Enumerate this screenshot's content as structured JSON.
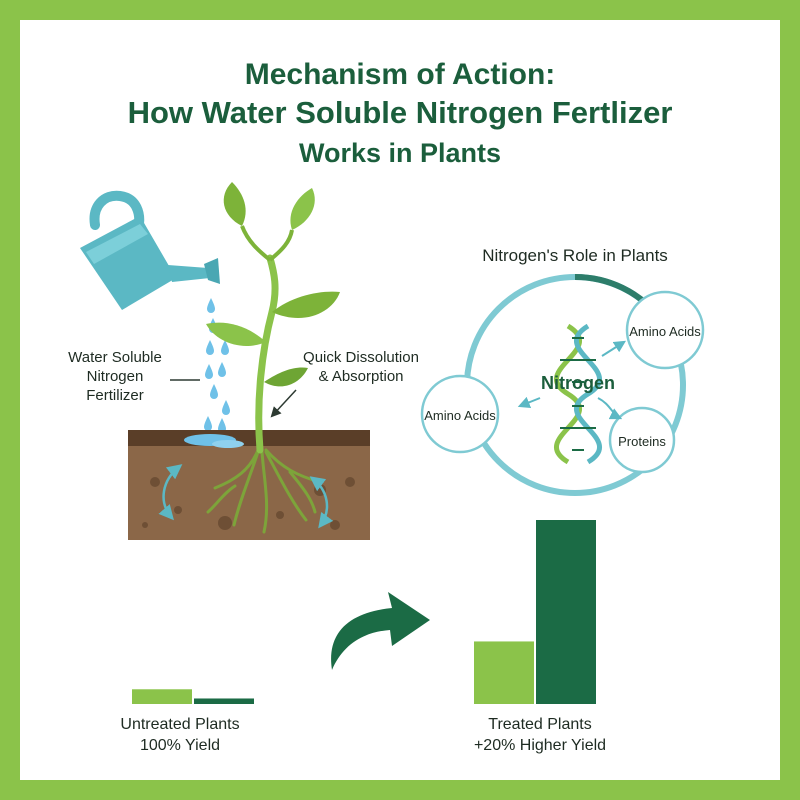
{
  "title": {
    "line1": "Mechanism of Action:",
    "line2": "How Water Soluble Nitrogen Fertlizer",
    "line3": "Works in Plants"
  },
  "left_diagram": {
    "fertilizer_label": [
      "Water Soluble",
      "Nitrogen",
      "Fertilizer"
    ],
    "absorption_label": [
      "Quick Dissolution",
      "& Absorption"
    ]
  },
  "nitrogen_role": {
    "heading": "Nitrogen's Role in Plants",
    "center": "Nitrogen",
    "nodes": {
      "top_right": "Amino Acids",
      "left": "Amino Acids",
      "bottom_right": "Proteins"
    }
  },
  "chart_data": {
    "type": "bar",
    "categories": [
      "Untreated Plants",
      "Treated Plants"
    ],
    "captions": [
      [
        "Untreated Plants",
        "100% Yield"
      ],
      [
        "Treated Plants",
        "+20% Higher Yield"
      ]
    ],
    "series": [
      {
        "values": [
          0.08,
          0.34
        ]
      },
      {
        "values": [
          0.03,
          1.0
        ]
      }
    ]
  },
  "colors": {
    "frame": "#8bc34a",
    "title": "#1b5e3c",
    "light_green": "#8bc34a",
    "dark_green": "#1b6b45",
    "teal": "#5bb8c4",
    "soil": "#8b6748",
    "water": "#6fc1e8"
  }
}
